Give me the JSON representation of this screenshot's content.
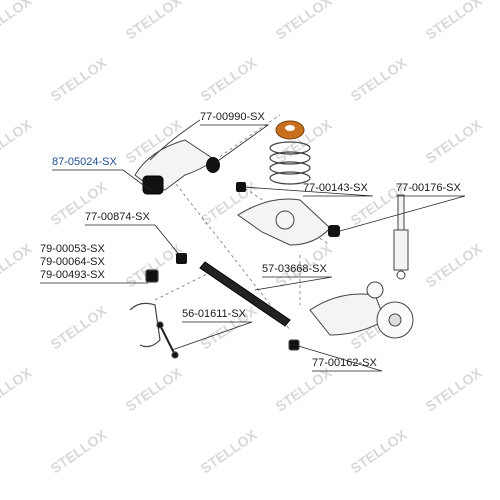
{
  "watermark": {
    "text": "STELLOX",
    "repeat_rows": 8
  },
  "colors": {
    "label_text": "#1a1a1a",
    "primary_label": "#1f4f8f",
    "leader_line": "#222222",
    "part_outline": "#444444",
    "part_fill": "#f4f4f4",
    "highlight_part": "#111111",
    "spring_pad": "#c8701e",
    "watermark": "#d9d9d9"
  },
  "callouts": [
    {
      "id": "87-05024-SX",
      "label": "87-05024-SX",
      "primary": true
    },
    {
      "id": "77-00990-SX",
      "label": "77-00990-SX"
    },
    {
      "id": "77-00143-SX",
      "label": "77-00143-SX"
    },
    {
      "id": "77-00176-SX",
      "label": "77-00176-SX"
    },
    {
      "id": "77-00874-SX",
      "label": "77-00874-SX"
    },
    {
      "id": "79-00053-SX",
      "label": "79-00053-SX"
    },
    {
      "id": "79-00064-SX",
      "label": "79-00064-SX"
    },
    {
      "id": "79-00493-SX",
      "label": "79-00493-SX"
    },
    {
      "id": "57-03668-SX",
      "label": "57-03668-SX"
    },
    {
      "id": "56-01611-SX",
      "label": "56-01611-SX"
    },
    {
      "id": "77-00162-SX",
      "label": "77-00162-SX"
    }
  ]
}
